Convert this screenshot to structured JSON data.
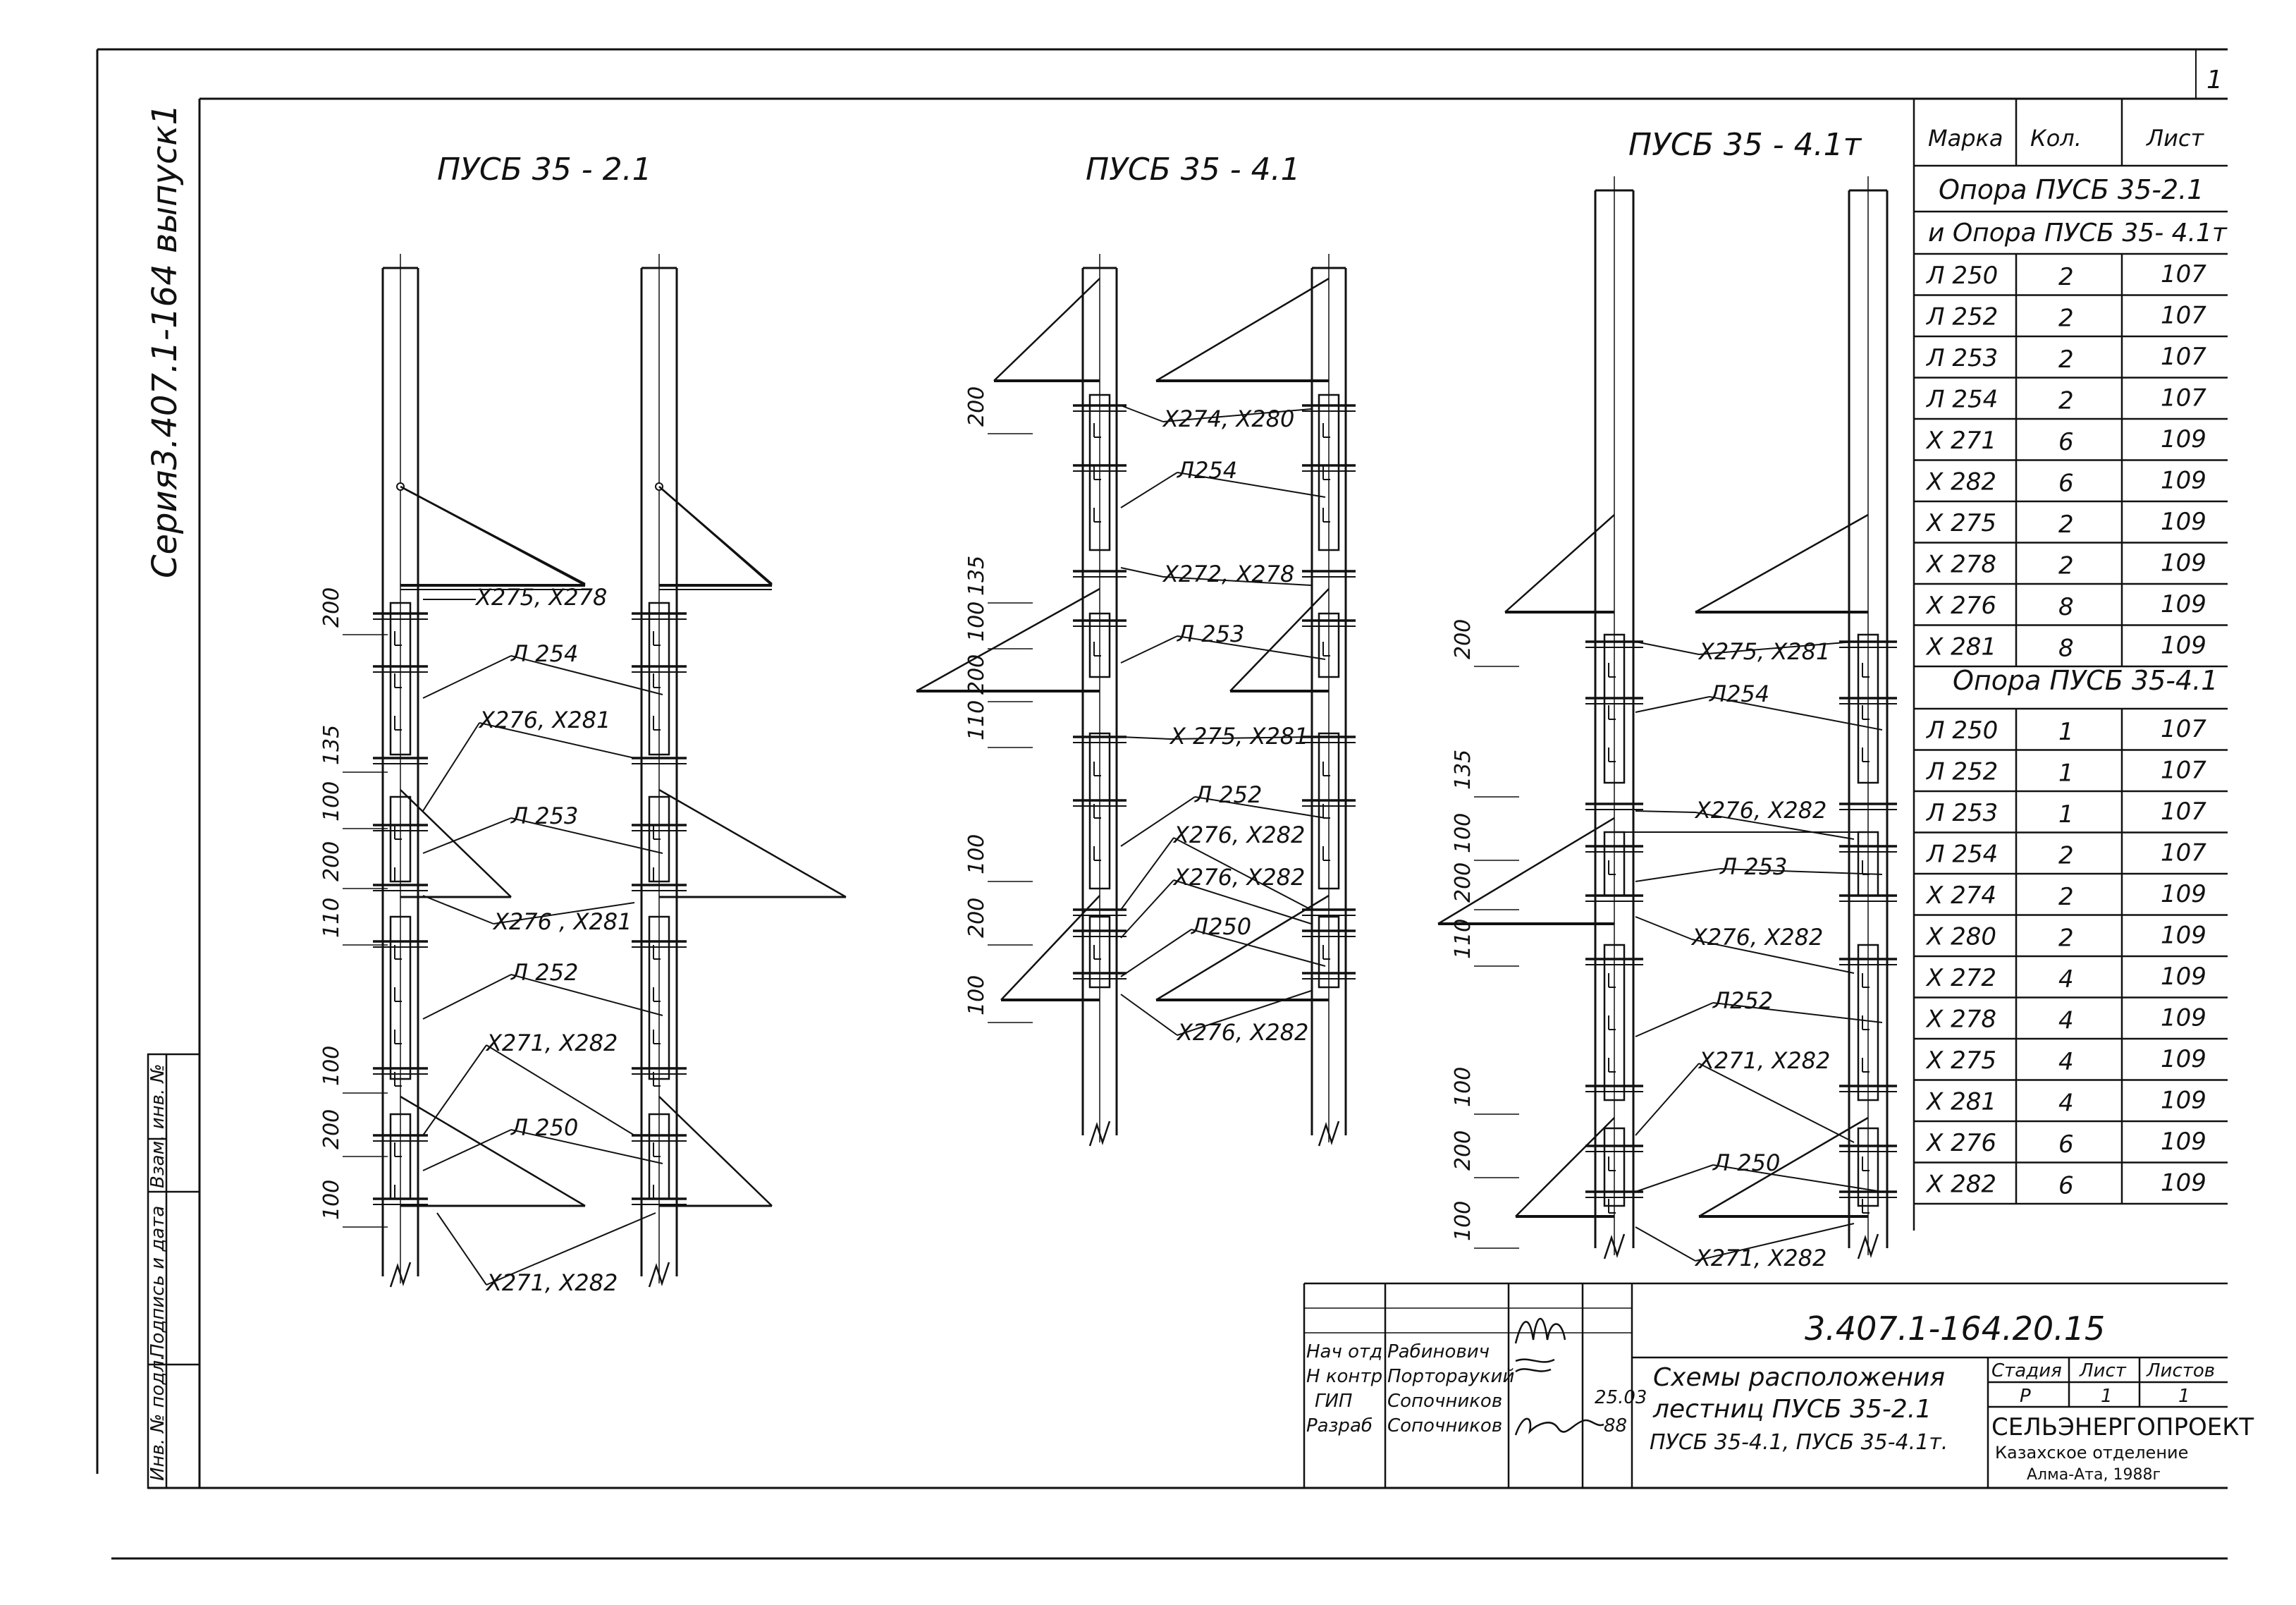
{
  "series_label": "Серия3.407.1-164 выпуск1",
  "corner_mark": "1",
  "views": [
    {
      "title": "ПУСБ 35 - 2.1"
    },
    {
      "title": "ПУСБ 35 - 4.1"
    },
    {
      "title": "ПУСБ 35 - 4.1т"
    }
  ],
  "labels": {
    "x275_x278": "X275, X278",
    "l254": "Л 254",
    "x276_x281": "X276, X281",
    "l253": "Л 253",
    "x276_x281b": "X276 , X281",
    "l252": "Л 252",
    "x271_x282": "X271, X282",
    "l250": "Л 250",
    "x271_x282b": "X271, X282",
    "v2_x274_x280": "X274, X280",
    "v2_l254": "Л254",
    "v2_x272_x278": "X272, X278",
    "v2_l253": "Л 253",
    "v2_x275_x281": "X 275, X281",
    "v2_l252": "Л 252",
    "v2_x276_x282a": "X276, X282",
    "v2_x276_x282b": "X276, X282",
    "v2_l250": "Л250",
    "v2_x276_x282c": "X276, X282",
    "v3_x275_x281": "X275, X281",
    "v3_l254": "Л254",
    "v3_x276_x282a": "X276, X282",
    "v3_l253": "Л 253",
    "v3_x276_x282b": "X276, X282",
    "v3_l252": "Л252",
    "v3_x271_x282": "X271, X282",
    "v3_l250": "Л 250",
    "v3_x271_x282b": "X271, X282"
  },
  "dims": {
    "v1": [
      "200",
      "135",
      "100",
      "200",
      "110",
      "100",
      "200",
      "100"
    ],
    "v2": [
      "200",
      "135",
      "100",
      "200",
      "110",
      "100",
      "200",
      "100"
    ],
    "v3": [
      "200",
      "135",
      "100",
      "200",
      "110",
      "100",
      "200",
      "100"
    ]
  },
  "spec_table": {
    "headers": [
      "Марка",
      "Кол.",
      "Лист"
    ],
    "group1_title_a": "Опора ПУСБ 35-2.1",
    "group1_title_b": "и Опора ПУСБ 35- 4.1т",
    "group1_rows": [
      [
        "Л 250",
        "2",
        "107"
      ],
      [
        "Л 252",
        "2",
        "107"
      ],
      [
        "Л 253",
        "2",
        "107"
      ],
      [
        "Л 254",
        "2",
        "107"
      ],
      [
        "X 271",
        "6",
        "109"
      ],
      [
        "X 282",
        "6",
        "109"
      ],
      [
        "X 275",
        "2",
        "109"
      ],
      [
        "X 278",
        "2",
        "109"
      ],
      [
        "X 276",
        "8",
        "109"
      ],
      [
        "X 281",
        "8",
        "109"
      ]
    ],
    "group2_title": "Опора ПУСБ 35-4.1",
    "group2_rows": [
      [
        "Л 250",
        "1",
        "107"
      ],
      [
        "Л 252",
        "1",
        "107"
      ],
      [
        "Л 253",
        "1",
        "107"
      ],
      [
        "Л 254",
        "2",
        "107"
      ],
      [
        "X 274",
        "2",
        "109"
      ],
      [
        "X 280",
        "2",
        "109"
      ],
      [
        "X 272",
        "4",
        "109"
      ],
      [
        "X 278",
        "4",
        "109"
      ],
      [
        "X 275",
        "4",
        "109"
      ],
      [
        "X 281",
        "4",
        "109"
      ],
      [
        "X 276",
        "6",
        "109"
      ],
      [
        "X 282",
        "6",
        "109"
      ]
    ]
  },
  "left_strip": [
    "Инв. № подл.",
    "Подпись и дата",
    "Взам. инв. №"
  ],
  "title_block": {
    "doc_code": "3.407.1-164.20.15",
    "roles": [
      "Нач отд",
      "Н контр",
      "ГИП",
      "Разраб"
    ],
    "names": [
      "Рабинович",
      "Портораукий",
      "Сопочников",
      "Сопочников"
    ],
    "date_a": "25.03",
    "date_b": "88",
    "title_line1": "Схемы расположения",
    "title_line2": "лестниц ПУСБ 35-2.1",
    "title_line3": "ПУСБ 35-4.1, ПУСБ 35-4.1т.",
    "stage_headers": [
      "Стадия",
      "Лист",
      "Листов"
    ],
    "stage_values": [
      "Р",
      "1",
      "1"
    ],
    "org1": "СЕЛЬЭНЕРГОПРОЕКТ",
    "org2": "Казахское отделение",
    "org3": "Алма-Ата, 1988г"
  }
}
